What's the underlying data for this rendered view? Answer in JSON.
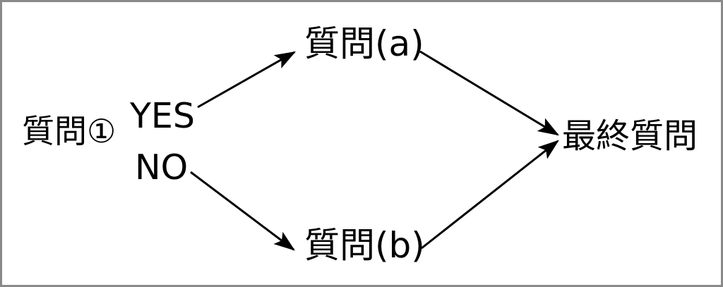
{
  "diagram": {
    "type": "flowchart",
    "title": "",
    "background_color": "#ffffff",
    "border_color": "#8a8a8a",
    "stroke_color": "#000000",
    "nodes": [
      {
        "id": "start",
        "label": "質問①"
      },
      {
        "id": "question_a",
        "label": "質問(a)"
      },
      {
        "id": "question_b",
        "label": "質問(b)"
      },
      {
        "id": "final",
        "label": "最終質問"
      }
    ],
    "edge_labels": [
      {
        "id": "yes",
        "label": "YES"
      },
      {
        "id": "no",
        "label": "NO"
      }
    ],
    "edges": [
      {
        "from": "start",
        "to": "question_a",
        "label": "YES"
      },
      {
        "from": "start",
        "to": "question_b",
        "label": "NO"
      },
      {
        "from": "question_a",
        "to": "final",
        "label": ""
      },
      {
        "from": "question_b",
        "to": "final",
        "label": ""
      }
    ]
  }
}
